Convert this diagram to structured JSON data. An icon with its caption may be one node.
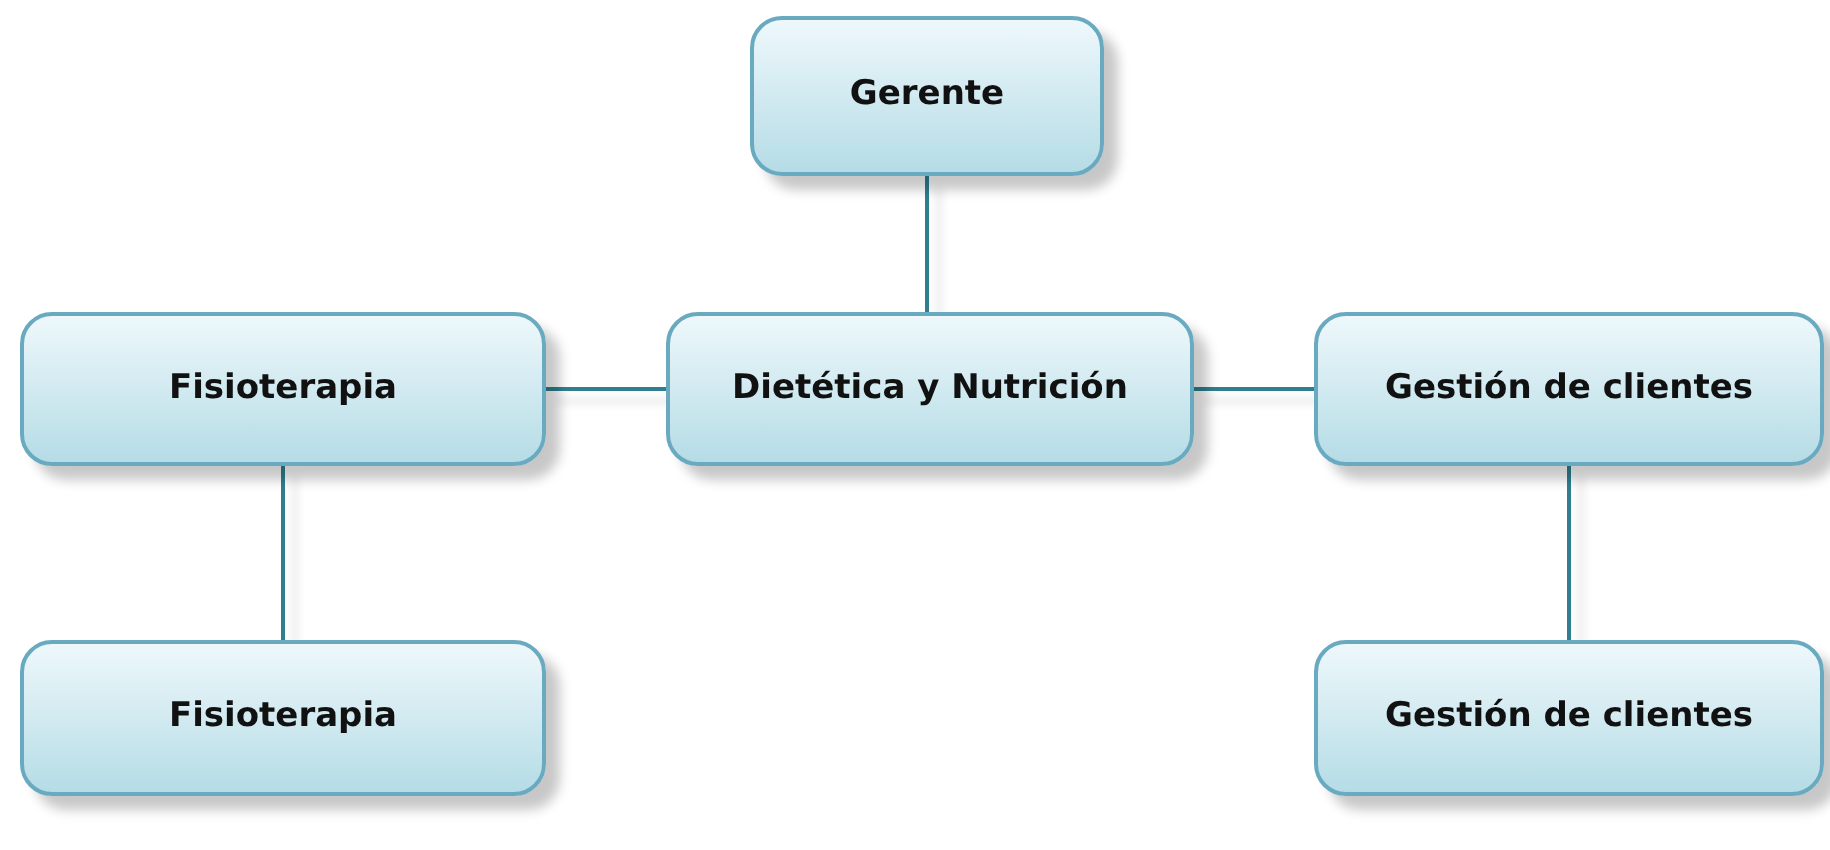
{
  "diagram": {
    "nodes": [
      {
        "text": [
          "Gerente"
        ]
      },
      {
        "text": [
          "Fisioterapia"
        ]
      },
      {
        "text": [
          "Dietética y Nutrición"
        ]
      },
      {
        "text": [
          "Gestión de clientes"
        ]
      },
      {
        "text": [
          "Fisioterapia"
        ]
      },
      {
        "text": [
          "Gestión de clientes"
        ]
      }
    ],
    "edges": [
      {
        "from": 0,
        "to": 2,
        "arrow": "none"
      },
      {
        "from": 2,
        "to": 1,
        "arrow": "none"
      },
      {
        "from": 2,
        "to": 3,
        "arrow": "none"
      },
      {
        "from": 1,
        "to": 4,
        "arrow": "none"
      },
      {
        "from": 3,
        "to": 5,
        "arrow": "none"
      }
    ]
  }
}
